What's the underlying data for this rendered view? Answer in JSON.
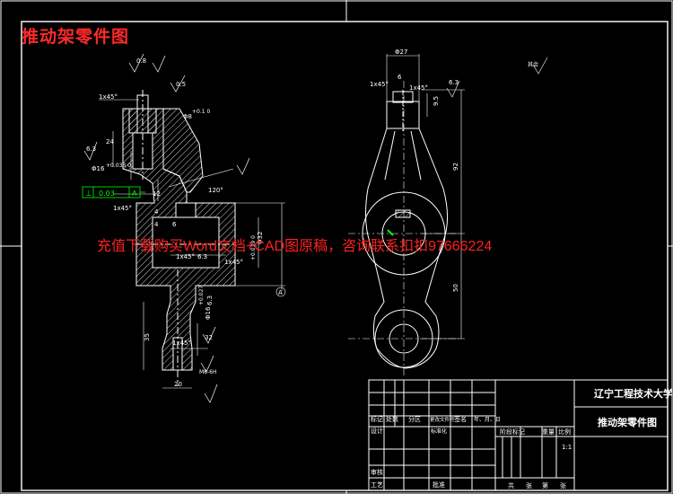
{
  "overlay": {
    "title": "推动架零件图",
    "watermark": "充值下载购买Word文档+CAD图原稿，咨询联系扣扣97666224"
  },
  "colors": {
    "background": "#000000",
    "line": "#ffffff",
    "dimension": "#ffffff",
    "datum": "#00ff00",
    "accent": "#ff2020"
  },
  "front_view": {
    "surface_finish": [
      "0.5",
      "0.8"
    ],
    "dimensions": {
      "chamfer_top": "1x45°",
      "bore_top": "Φ8",
      "bore_top_tol": "+0.1  0",
      "height_24": "24",
      "finish_63": "6.3",
      "bore_16": "Φ16",
      "bore_16_tol": "+0.033  0",
      "dim_12": "12",
      "chamfer_mid": "1x45°",
      "angle": "120°",
      "dim_4a": "4",
      "dim_4b": "4",
      "dim_6": "6",
      "chamfer_bottom": "1x45°",
      "finish_63b": "6.3",
      "chamfer_right": "1x45°",
      "bore_main": "Φ32",
      "bore_main_tol": "+0.039  0",
      "dim_6_3": "6.3",
      "height_35": "35",
      "bore_16b": "Φ16",
      "bore_16b_tol": "+0.027",
      "chamfer_low": "1x45°",
      "dim_32": "32",
      "width_20": "20",
      "thread": "M8-6H"
    },
    "tolerance_frame": {
      "symbol": "⊥",
      "value": "0.03",
      "datum": "A"
    },
    "datum_label": "A"
  },
  "side_view": {
    "dimensions": {
      "dia_27": "Φ27",
      "dim_6": "6",
      "chamfer": "1x45°",
      "chamfer2": "1x45°",
      "finish": "6.3",
      "dim_9_5": "9.5",
      "dim_92": "92",
      "dim_50": "50",
      "note": "其余"
    }
  },
  "title_block": {
    "school": "辽宁工程技术大学",
    "drawing_name": "推动架零件图",
    "scale": "1:1",
    "headers": [
      "标记",
      "处数",
      "分区",
      "更改文件号",
      "签名",
      "年、月、日"
    ],
    "rows": [
      "设计",
      "审核",
      "工艺"
    ],
    "standardization": "标准化",
    "approve": "批准",
    "stage_headers": [
      "阶段标记",
      "重量",
      "比例"
    ],
    "sheets": [
      "共",
      "张",
      "第",
      "张"
    ]
  }
}
